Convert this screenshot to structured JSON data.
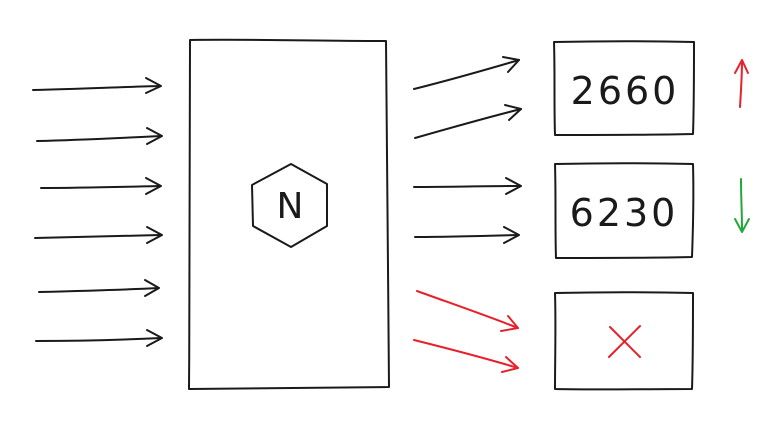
{
  "colors": {
    "ink": "#1a1a1a",
    "error": "#e8202a",
    "up": "#e8202a",
    "down": "#22a83a"
  },
  "balancer": {
    "logo_letter": "N",
    "logo_icon": "nginx-hexagon-icon"
  },
  "incoming": {
    "count": 6
  },
  "servers": [
    {
      "label": "2660",
      "status": "ok",
      "trend_icon": "arrow-up-icon"
    },
    {
      "label": "6230",
      "status": "ok",
      "trend_icon": "arrow-down-icon"
    },
    {
      "label": "",
      "status": "failed",
      "status_icon": "cross-icon"
    }
  ]
}
